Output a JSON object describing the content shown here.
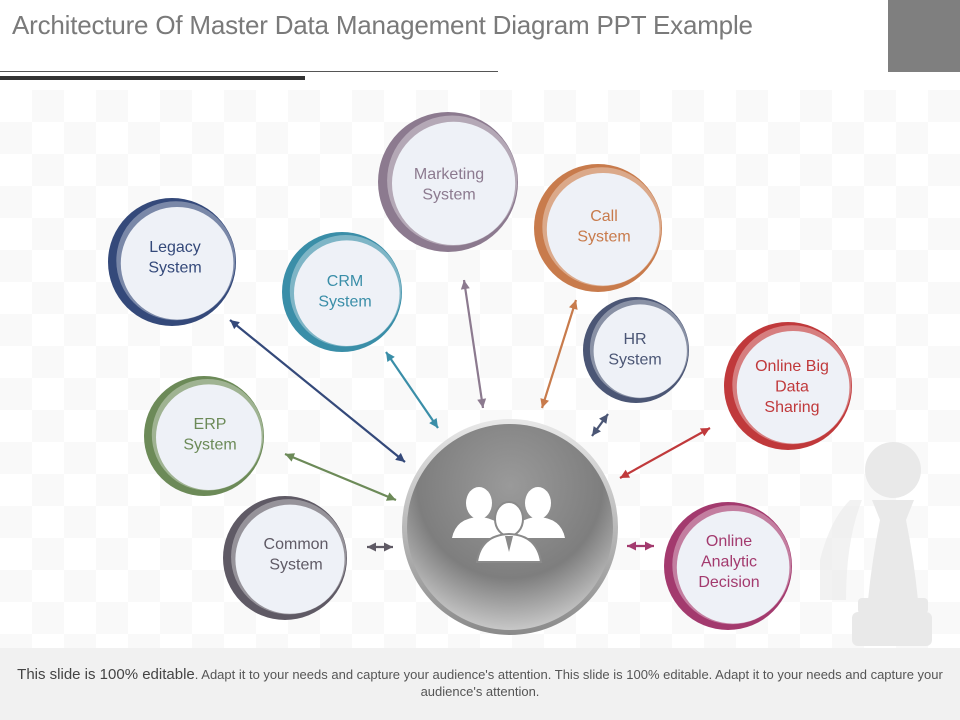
{
  "slide": {
    "title": "Architecture Of Master Data Management Diagram PPT Example",
    "footer_lead": "This slide is 100% editable",
    "footer_rest": ". Adapt it to your needs and capture your audience's attention. This slide is 100% editable. Adapt it to your needs and capture your audience's attention."
  },
  "hub": {
    "icon": "people-group-icon"
  },
  "nodes": [
    {
      "id": "legacy",
      "lines": [
        "Legacy",
        "System"
      ],
      "color": "#34497a"
    },
    {
      "id": "crm",
      "lines": [
        "CRM",
        "System"
      ],
      "color": "#3a8ea8"
    },
    {
      "id": "marketing",
      "lines": [
        "Marketing",
        "System"
      ],
      "color": "#8c7a8f"
    },
    {
      "id": "call",
      "lines": [
        "Call",
        "System"
      ],
      "color": "#c87b4c"
    },
    {
      "id": "hr",
      "lines": [
        "HR",
        "System"
      ],
      "color": "#4b5675"
    },
    {
      "id": "bigdata",
      "lines": [
        "Online  Big",
        "Data",
        "Sharing"
      ],
      "color": "#c0393b"
    },
    {
      "id": "erp",
      "lines": [
        "ERP",
        "System"
      ],
      "color": "#6c8a58"
    },
    {
      "id": "common",
      "lines": [
        "Common",
        "System"
      ],
      "color": "#5f5a65"
    },
    {
      "id": "analytic",
      "lines": [
        "Online",
        "Analytic",
        "Decision"
      ],
      "color": "#a33a6e"
    }
  ]
}
